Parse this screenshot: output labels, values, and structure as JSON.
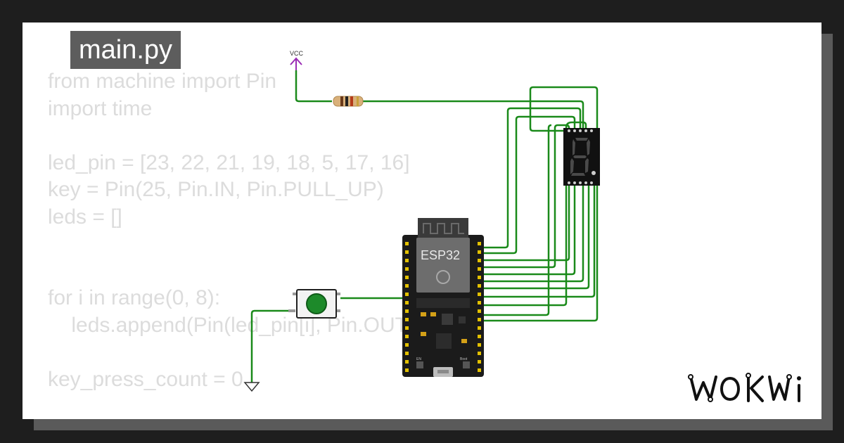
{
  "file_tab": {
    "label": "main.py"
  },
  "code_lines": [
    "from machine import Pin",
    "import time",
    "",
    "led_pin = [23, 22, 21, 19, 18, 5, 17, 16]",
    "key = Pin(25, Pin.IN, Pin.PULL_UP)",
    "leds = []",
    "",
    "",
    "for i in range(0, 8):",
    "    leds.append(Pin(led_pin[i], Pin.OUT))",
    "",
    "key_press_count = 0"
  ],
  "circuit": {
    "vcc_label": "VCC",
    "board_label": "ESP32",
    "board_small_labels": {
      "en": "EN",
      "boot": "Boot"
    },
    "wire_color": "#1a8a1a",
    "vcc_color": "#9a2bb5",
    "button_color": "#1d8a2a",
    "components": [
      "vcc-terminal",
      "resistor",
      "seven-segment-display",
      "esp32-board",
      "push-button",
      "ground-terminal"
    ]
  },
  "brand": {
    "logo_text": "WOKWi"
  }
}
